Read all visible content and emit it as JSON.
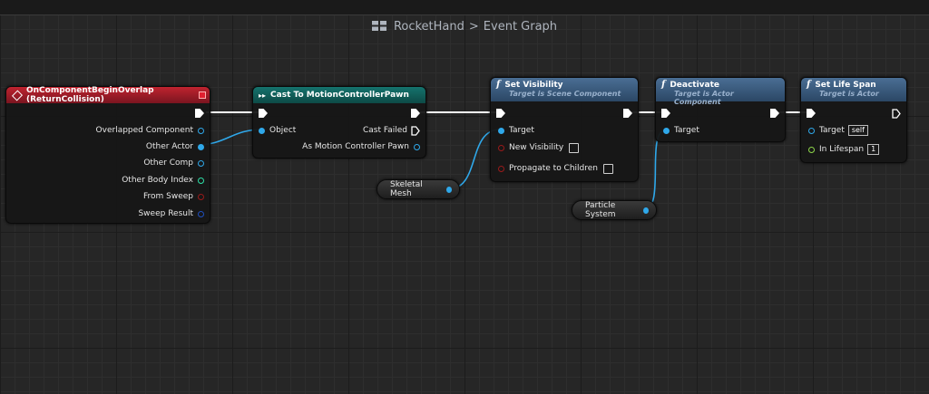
{
  "breadcrumb": {
    "blueprint": "RocketHand",
    "separator": ">",
    "graph": "Event Graph"
  },
  "colors": {
    "object_pin": "#2fa8ea",
    "int_pin": "#2ee0a8",
    "bool_pin": "#9a1a1a",
    "struct_pin": "#1f4fbf",
    "float_pin": "#8ed64a",
    "exec": "#ffffff"
  },
  "nodes": {
    "begin_overlap": {
      "title": "OnComponentBeginOverlap (ReturnCollision)",
      "pins": [
        "Overlapped Component",
        "Other Actor",
        "Other Comp",
        "Other Body Index",
        "From Sweep",
        "Sweep Result"
      ]
    },
    "cast": {
      "title": "Cast To MotionControllerPawn",
      "object_pin": "Object",
      "cast_failed": "Cast Failed",
      "as_pawn": "As Motion Controller Pawn"
    },
    "set_visibility": {
      "title": "Set Visibility",
      "subtitle": "Target is Scene Component",
      "pins": [
        "Target",
        "New Visibility",
        "Propagate to Children"
      ]
    },
    "deactivate": {
      "title": "Deactivate",
      "subtitle": "Target is Actor Component",
      "pins": [
        "Target"
      ]
    },
    "set_life_span": {
      "title": "Set Life Span",
      "subtitle": "Target is Actor",
      "target": "Target",
      "target_value": "self",
      "in_lifespan": "In Lifespan",
      "in_lifespan_value": "1"
    },
    "skeletal_mesh": {
      "label": "Skeletal Mesh"
    },
    "particle_system": {
      "label": "Particle System"
    }
  }
}
